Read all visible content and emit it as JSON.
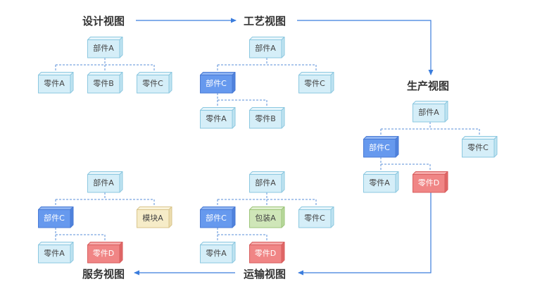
{
  "colors": {
    "flow_arrow": "#3b7ddd",
    "connector": "#5a8fd8",
    "light": {
      "front": "#d5eef8",
      "top": "#e6f5fb",
      "side": "#bfe3f1",
      "stroke": "#8cc8e0"
    },
    "blue": {
      "front": "#6699ee",
      "top": "#8fb4f2",
      "side": "#4f82dd",
      "stroke": "#4a7bd5"
    },
    "red": {
      "front": "#f08585",
      "top": "#f6aaaa",
      "side": "#e06666",
      "stroke": "#d85f5f"
    },
    "green": {
      "front": "#cfe6b8",
      "top": "#e0efcf",
      "side": "#b9d99c",
      "stroke": "#9cc57a"
    },
    "yellow": {
      "front": "#f6ecc8",
      "top": "#faf3da",
      "side": "#ecdcae",
      "stroke": "#d9c58c"
    }
  },
  "views": {
    "design": {
      "title": "设计视图",
      "root": {
        "label": "部件A",
        "color": "light"
      },
      "children": [
        {
          "label": "零件A",
          "color": "light"
        },
        {
          "label": "零件B",
          "color": "light"
        },
        {
          "label": "零件C",
          "color": "light"
        }
      ]
    },
    "process": {
      "title": "工艺视图",
      "root": {
        "label": "部件A",
        "color": "light"
      },
      "sub": {
        "label": "部件C",
        "color": "blue"
      },
      "sibling": {
        "label": "零件C",
        "color": "light"
      },
      "children": [
        {
          "label": "零件A",
          "color": "light"
        },
        {
          "label": "零件B",
          "color": "light"
        }
      ]
    },
    "production": {
      "title": "生产视图",
      "root": {
        "label": "部件A",
        "color": "light"
      },
      "sub": {
        "label": "部件C",
        "color": "blue"
      },
      "sibling": {
        "label": "零件C",
        "color": "light"
      },
      "children": [
        {
          "label": "零件A",
          "color": "light"
        },
        {
          "label": "零件D",
          "color": "red"
        }
      ]
    },
    "service": {
      "title": "服务视图",
      "root": {
        "label": "部件A",
        "color": "light"
      },
      "sub": {
        "label": "部件C",
        "color": "blue"
      },
      "sibling": {
        "label": "模块A",
        "color": "yellow"
      },
      "children": [
        {
          "label": "零件A",
          "color": "light"
        },
        {
          "label": "零件D",
          "color": "red"
        }
      ]
    },
    "transport": {
      "title": "运输视图",
      "root": {
        "label": "部件A",
        "color": "light"
      },
      "sub": {
        "label": "部件C",
        "color": "blue"
      },
      "siblings": [
        {
          "label": "包装A",
          "color": "green"
        },
        {
          "label": "零件C",
          "color": "light"
        }
      ],
      "children": [
        {
          "label": "零件A",
          "color": "light"
        },
        {
          "label": "零件D",
          "color": "red"
        }
      ]
    }
  }
}
